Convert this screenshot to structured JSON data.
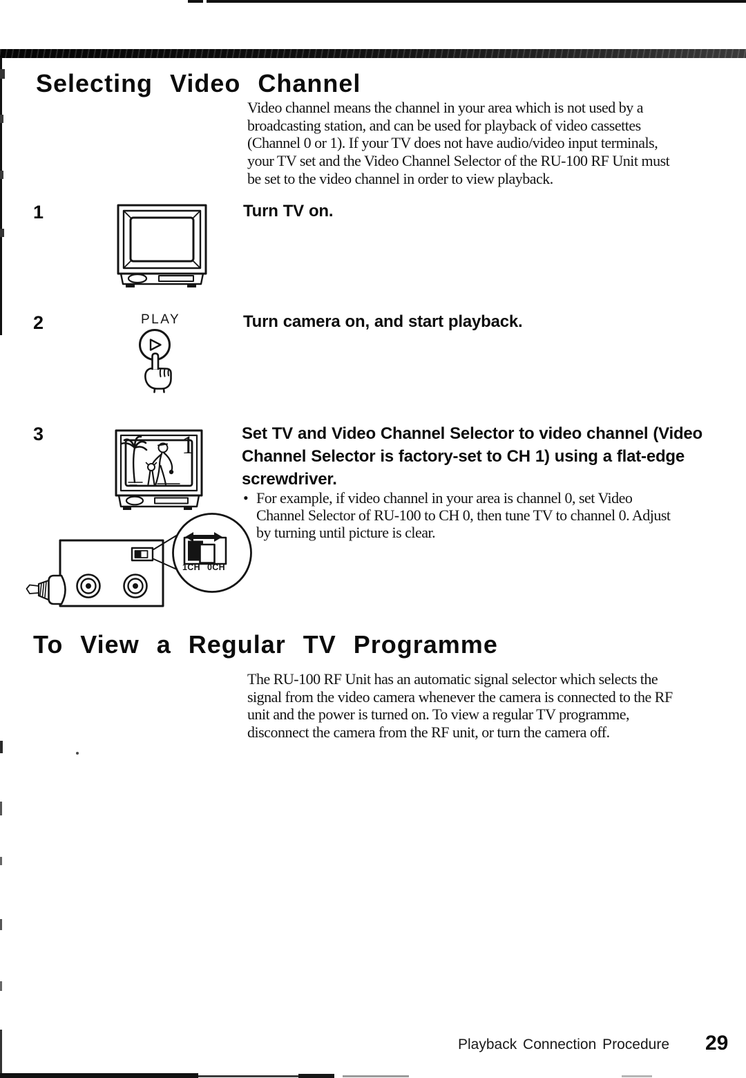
{
  "colors": {
    "ink": "#141414",
    "paper": "#ffffff"
  },
  "section_selecting": {
    "title": "Selecting Video Channel",
    "intro_lines": [
      "Video channel means the channel in your area which is not used by a",
      "broadcasting station, and can be used for playback of video cassettes",
      "(Channel 0 or 1). If your TV does not have audio/video input terminals,",
      "your TV set and the Video Channel Selector of the RU-100 RF Unit must",
      "be set to the video channel in order to view playback."
    ],
    "steps": [
      {
        "number": "1",
        "heading": "Turn TV on."
      },
      {
        "number": "2",
        "heading": "Turn camera on, and start playback.",
        "button_label": "PLAY"
      },
      {
        "number": "3",
        "heading_lines": [
          "Set TV and Video Channel Selector to video channel (Video",
          "Channel Selector is factory-set to CH 1) using a flat-edge",
          "screwdriver."
        ],
        "bullet_marker": "•",
        "bullet_lines": [
          "For example, if video channel in your area is channel 0, set Video",
          "Channel Selector of RU-100 to CH 0, then tune TV to channel 0. Adjust",
          "by turning until picture is clear."
        ],
        "tv_screen_digit": "1",
        "switch_left_label": "1CH",
        "switch_right_label": "0CH"
      }
    ]
  },
  "section_regular_tv": {
    "title": "To View a Regular TV Programme",
    "body_lines": [
      "The RU-100 RF Unit has an automatic signal selector which selects the",
      "signal from the video camera whenever the camera is connected to the RF",
      "unit and the power is turned on. To view a regular TV programme,",
      "disconnect the camera from the RF unit, or turn the camera off."
    ]
  },
  "footer": {
    "label": "Playback Connection Procedure",
    "page_number": "29"
  }
}
